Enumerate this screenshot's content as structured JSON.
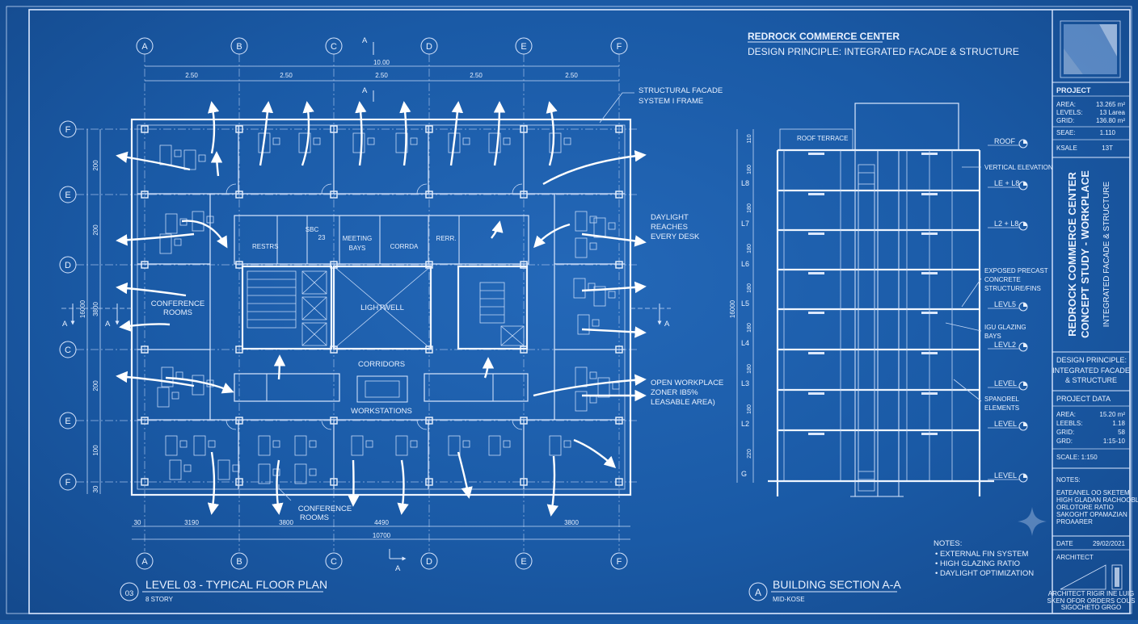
{
  "header": {
    "project_name": "REDROCK COMMERCE CENTER",
    "design_principle": "DESIGN PRINCIPLE: INTEGRATED FACADE & STRUCTURE"
  },
  "plan": {
    "number": "03",
    "title": "LEVEL 03 - TYPICAL FLOOR PLAN",
    "subtitle": "8 STORY",
    "section_mark": "A",
    "grid_cols": [
      "A",
      "B",
      "C",
      "D",
      "E",
      "F"
    ],
    "grid_rows": [
      "F",
      "E",
      "D",
      "C",
      "E",
      "F"
    ],
    "dims_top_total": "10.00",
    "dims_top": [
      "2.50",
      "2.50",
      "2.50",
      "2.50",
      "2.50"
    ],
    "dims_bottom": [
      "30",
      "3190",
      "3800",
      "4490",
      "3800"
    ],
    "dims_bottom_total": "10700",
    "dims_left": [
      "200",
      "200",
      "3800",
      "200",
      "100",
      "30"
    ],
    "dims_left_total": "16000",
    "rooms": {
      "restrs": "RESTRS",
      "sbc_line1": "SBC",
      "sbc_line2": "23",
      "meeting_line1": "MEETING",
      "meeting_line2": "BAYS",
      "corrda": "CORRDA",
      "rerr": "RERR.",
      "lightwell": "LIGHTWELL",
      "corridors": "CORRIDORS",
      "workstations": "WORKSTATIONS",
      "conference_line1": "CONFERENCE",
      "conference_line2": "ROOMS"
    },
    "callouts": {
      "facade_line1": "STRUCTURAL FACADE",
      "facade_line2": "SYSTEM I FRAME",
      "daylight_line1": "DAYLIGHT",
      "daylight_line2": "REACHES",
      "daylight_line3": "EVERY DESK",
      "open_line1": "OPEN WORKPLACE",
      "open_line2": "ZONER IB5%",
      "open_line3": "LEASABLE AREA)"
    }
  },
  "section": {
    "number": "A",
    "title": "BUILDING SECTION A-A",
    "subtitle": "MID-KOSE",
    "roof_terrace": "ROOF TERRACE",
    "dim_total": "16000",
    "dims": [
      "110",
      "180",
      "180",
      "180",
      "180",
      "180",
      "180",
      "180",
      "220"
    ],
    "level_marks": [
      "L8",
      "L7",
      "L6",
      "L5",
      "L4",
      "L3",
      "L2",
      "G"
    ],
    "right_levels": [
      "ROOF",
      "LE + L8",
      "L2 + L8",
      "LEVL5",
      "LEVL2",
      "LEVEL",
      "LEVEL",
      "LEVEL"
    ],
    "callouts": {
      "vertical_elevation": "VERTICAL ELEVATION",
      "precast_line1": "EXPOSED PRECAST",
      "precast_line2": "CONCRETE",
      "precast_line3": "STRUCTURE/FINS",
      "igu_line1": "IGU GLAZING",
      "igu_line2": "BAYS",
      "spandrel_line1": "SPANOREL",
      "spandrel_line2": "ELEMENTS"
    },
    "notes": {
      "heading": "NOTES:",
      "items": [
        "• EXTERNAL FIN SYSTEM",
        "• HIGH GLAZING RATIO",
        "• DAYLIGHT OPTIMIZATION"
      ]
    }
  },
  "title_block": {
    "project_heading": "PROJECT",
    "project_rows": [
      {
        "label": "AREA:",
        "value": "13.265 m²"
      },
      {
        "label": "LEVELS:",
        "value": "13 Larea"
      },
      {
        "label": "GRID:",
        "value": "136.80 m²"
      },
      {
        "label": "SEAE:",
        "value": "1.110"
      },
      {
        "label": "KSALE",
        "value": "13T"
      }
    ],
    "vertical_title_1": "REDROCK COMMERCE CENTER",
    "vertical_title_2": "CONCEPT STUDY - WORKPLACE",
    "vertical_subtitle": "INTEGRATED FACADE & STRUCTURE",
    "design_principle_heading": "DESIGN PRINCIPLE:",
    "design_principle_line1": "INTEGRATED FACADE",
    "design_principle_line2": "& STRUCTURE",
    "project_data_heading": "PROJECT DATA",
    "project_data": [
      {
        "label": "AREA:",
        "value": "15.20 m²"
      },
      {
        "label": "LEEBLS:",
        "value": "1.18"
      },
      {
        "label": "GRID:",
        "value": "58"
      },
      {
        "label": "GRD:",
        "value": "1:15-10"
      }
    ],
    "scale": "SCALE:  1:150",
    "notes_heading": "NOTES:",
    "notes": [
      "EATEANEL OO SKETEM",
      "HIGH GLADAN RACHOOBL",
      "ORLOTORE RATIO",
      "SAKOGHT OPAMAZIAN",
      "PROAARER"
    ],
    "date_label": "DATE",
    "date_value": "29/02/2021",
    "architect_label": "ARCHITECT",
    "architect_lines": [
      "ARCHITECT RIGIR INE LUIG",
      "SKEN OFOR ORDERS COUS",
      "SIGOCHETO GRGO"
    ]
  }
}
